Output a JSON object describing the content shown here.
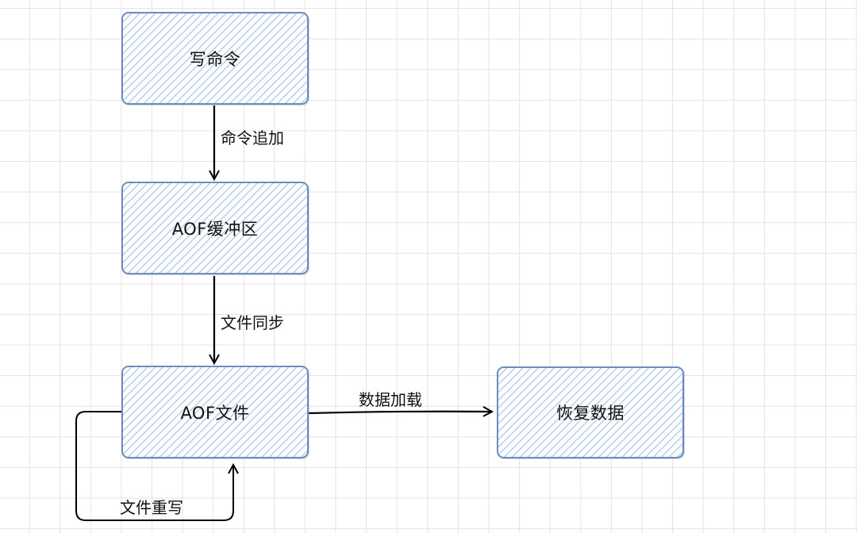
{
  "nodes": {
    "write_command": "写命令",
    "aof_buffer": "AOF缓冲区",
    "aof_file": "AOF文件",
    "restore_data": "恢复数据"
  },
  "edges": {
    "command_append": "命令追加",
    "file_sync": "文件同步",
    "data_load": "数据加载",
    "file_rewrite": "文件重写"
  },
  "colors": {
    "node_border": "#6c8ebf",
    "node_hatch": "#a9c4eb",
    "arrow": "#000000",
    "grid": "#e3e3e3"
  }
}
